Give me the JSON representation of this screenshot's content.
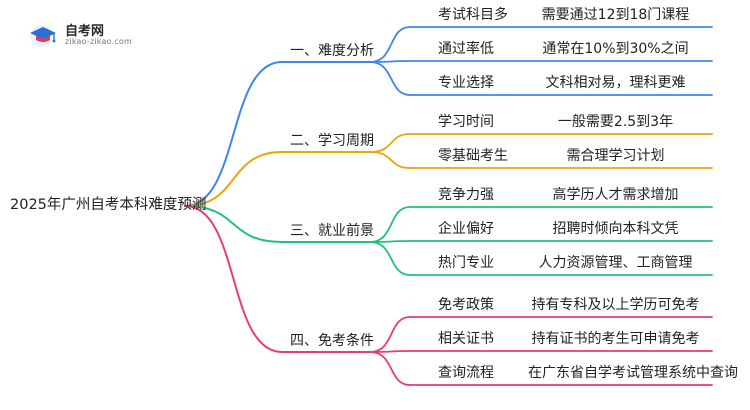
{
  "logo": {
    "name": "自考网",
    "domain": "zikao-zikao.com"
  },
  "root": "2025年广州自考本科难度预测",
  "branches": [
    {
      "label": "一、难度分析",
      "color": "#3b86f0",
      "items": [
        {
          "topic": "考试科目多",
          "detail": "需要通过12到18门课程"
        },
        {
          "topic": "通过率低",
          "detail": "通常在10%到30%之间"
        },
        {
          "topic": "专业选择",
          "detail": "文科相对易，理科更难"
        }
      ]
    },
    {
      "label": "二、学习周期",
      "color": "#f0a30a",
      "items": [
        {
          "topic": "学习时间",
          "detail": "一般需要2.5到3年"
        },
        {
          "topic": "零基础考生",
          "detail": "需合理学习计划"
        }
      ]
    },
    {
      "label": "三、就业前景",
      "color": "#1fc27a",
      "items": [
        {
          "topic": "竞争力强",
          "detail": "高学历人才需求增加"
        },
        {
          "topic": "企业偏好",
          "detail": "招聘时倾向本科文凭"
        },
        {
          "topic": "热门专业",
          "detail": "人力资源管理、工商管理"
        }
      ]
    },
    {
      "label": "四、免考条件",
      "color": "#ec3a78",
      "items": [
        {
          "topic": "免考政策",
          "detail": "持有专科及以上学历可免考"
        },
        {
          "topic": "相关证书",
          "detail": "持有证书的考生可申请免考"
        },
        {
          "topic": "查询流程",
          "detail": "在广东省自学考试管理系统中查询"
        }
      ]
    }
  ]
}
